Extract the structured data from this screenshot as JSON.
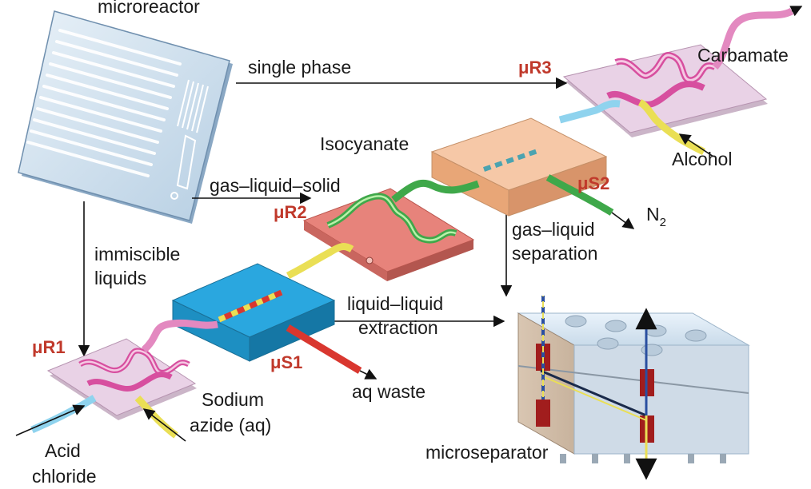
{
  "labels": {
    "microreactor": "microreactor",
    "single_phase": "single phase",
    "gas_liquid_solid": "gas–liquid–solid",
    "immiscible_1": "immiscible",
    "immiscible_2": "liquids",
    "isocyanate": "Isocyanate",
    "alcohol": "Alcohol",
    "carbamate": "Carbamate",
    "n2_base": "N",
    "n2_sub": "2",
    "gas_liquid_sep_1": "gas–liquid",
    "gas_liquid_sep_2": "separation",
    "liquid_liquid_1": "liquid–liquid",
    "liquid_liquid_2": "extraction",
    "aq_waste": "aq waste",
    "sodium_azide_1": "Sodium",
    "sodium_azide_2": "azide (aq)",
    "acid_chloride_1": "Acid",
    "acid_chloride_2": "chloride",
    "microseparator": "microseparator"
  },
  "units": {
    "uR1": "μR1",
    "uR2": "μR2",
    "uR3": "μR3",
    "uS1": "μS1",
    "uS2": "μS2"
  },
  "colors": {
    "unit_label": "#c0392b",
    "reactor_plate": "#e9d2e6",
    "reactor_channel": "#d74f9f",
    "blue_block": "#2aa7df",
    "salmon_block": "#e7837b",
    "peach_block": "#f2b48c",
    "green_tube": "#3fa84a",
    "yellow_tube": "#eadf55",
    "red_tube": "#d9372f",
    "cyan_tube": "#8fd3ee",
    "pink_tube": "#e389c0"
  }
}
